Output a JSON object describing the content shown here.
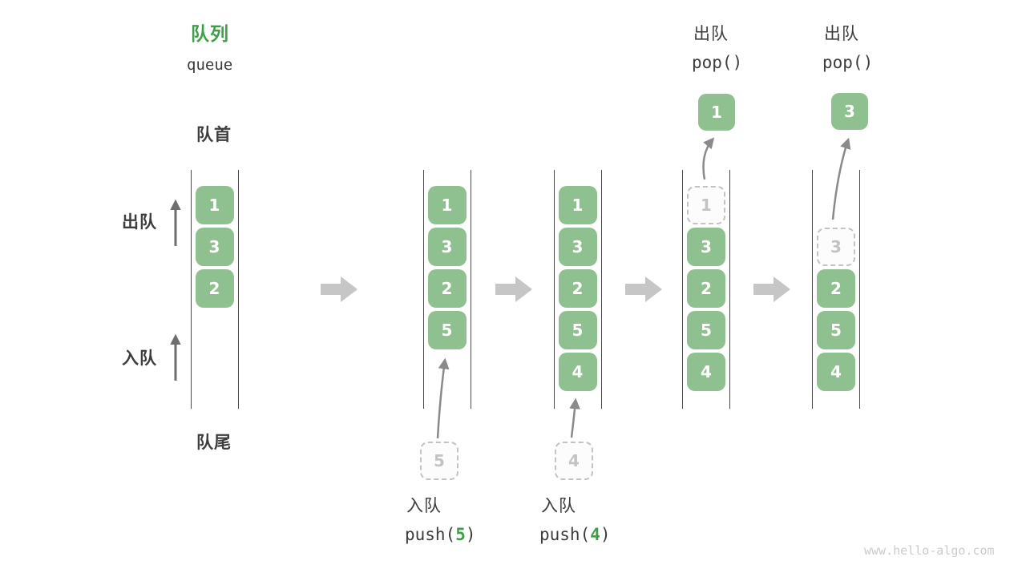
{
  "title": {
    "zh": "队列",
    "en": "queue"
  },
  "labels": {
    "front": "队首",
    "rear": "队尾",
    "dequeue": "出队",
    "enqueue": "入队"
  },
  "columns": [
    {
      "start_row": 0,
      "cells": [
        {
          "v": "1"
        },
        {
          "v": "3"
        },
        {
          "v": "2"
        }
      ]
    },
    {
      "start_row": 0,
      "cells": [
        {
          "v": "1"
        },
        {
          "v": "3"
        },
        {
          "v": "2"
        },
        {
          "v": "5"
        }
      ],
      "incoming": "5"
    },
    {
      "start_row": 0,
      "cells": [
        {
          "v": "1"
        },
        {
          "v": "3"
        },
        {
          "v": "2"
        },
        {
          "v": "5"
        },
        {
          "v": "4"
        }
      ],
      "incoming": "4"
    },
    {
      "start_row": 0,
      "cells": [
        {
          "v": "1",
          "ghost": true
        },
        {
          "v": "3"
        },
        {
          "v": "2"
        },
        {
          "v": "5"
        },
        {
          "v": "4"
        }
      ]
    },
    {
      "start_row": 1,
      "cells": [
        {
          "v": "3",
          "ghost": true
        },
        {
          "v": "2"
        },
        {
          "v": "5"
        },
        {
          "v": "4"
        }
      ]
    }
  ],
  "pop_ops": [
    {
      "label": "出队",
      "code": "pop()",
      "value": "1"
    },
    {
      "label": "出队",
      "code": "pop()",
      "value": "3"
    }
  ],
  "push_ops": [
    {
      "label": "入队",
      "fn_open": "push(",
      "arg": "5",
      "fn_close": ")"
    },
    {
      "label": "入队",
      "fn_open": "push(",
      "arg": "4",
      "fn_close": ")"
    }
  ],
  "watermark": "www.hello-algo.com",
  "colors": {
    "accent_green": "#3f9e46",
    "box_green": "#8fc08f",
    "text_dark": "#3d3d3d",
    "curved_arrow_gray": "#8a8a8a",
    "side_arrow_gray": "#6e6e6e",
    "block_arrow_gray": "#c6c6c6",
    "column_line": "#4a4a4a",
    "ghost_gray": "#c3c3c3",
    "watermark_gray": "#cbcbcb"
  }
}
